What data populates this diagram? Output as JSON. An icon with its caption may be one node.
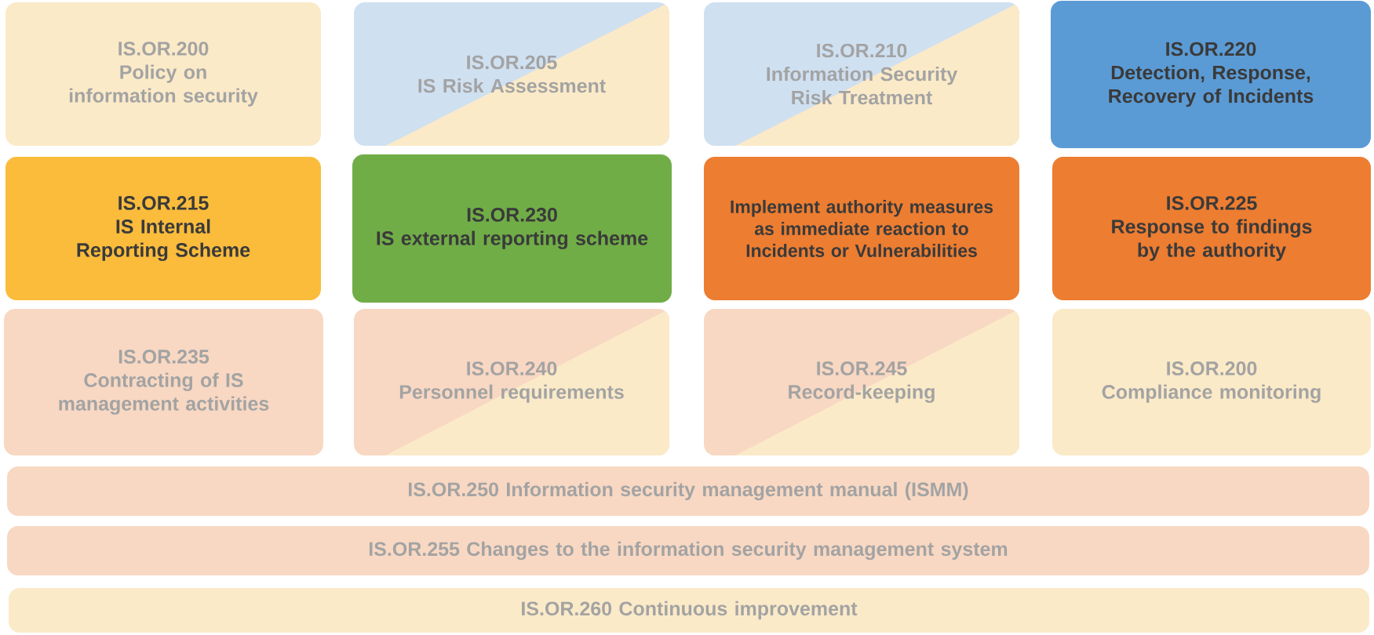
{
  "diagram": {
    "nodes": [
      {
        "text": [
          "IS.OR.200",
          "Policy on information security"
        ]
      },
      {
        "text": [
          "IS.OR.205",
          "IS Risk Assessment"
        ]
      },
      {
        "text": [
          "IS.OR.210",
          "Information Security Risk Treatment"
        ]
      },
      {
        "text": [
          "IS.OR.220",
          "Detection, Response, Recovery of Incidents"
        ]
      },
      {
        "text": [
          "IS.OR.215",
          "IS Internal Reporting Scheme"
        ]
      },
      {
        "text": [
          "IS.OR.230",
          "IS external reporting scheme"
        ]
      },
      {
        "text": [
          "Implement authority measures as immediate reaction to Incidents or Vulnerabilities"
        ]
      },
      {
        "text": [
          "IS.OR.225",
          "Response to findings by the authority"
        ]
      },
      {
        "text": [
          "IS.OR.235",
          "Contracting of IS management activities"
        ]
      },
      {
        "text": [
          "IS.OR.240",
          "Personnel requirements"
        ]
      },
      {
        "text": [
          "IS.OR.245",
          "Record-keeping"
        ]
      },
      {
        "text": [
          "IS.OR.200",
          "Compliance monitoring"
        ]
      },
      {
        "text": [
          "IS.OR.250 Information security management manual (ISMM)"
        ]
      },
      {
        "text": [
          "IS.OR.255 Changes to the information security management system"
        ]
      },
      {
        "text": [
          "IS.OR.260 Continuous improvement"
        ]
      }
    ]
  }
}
